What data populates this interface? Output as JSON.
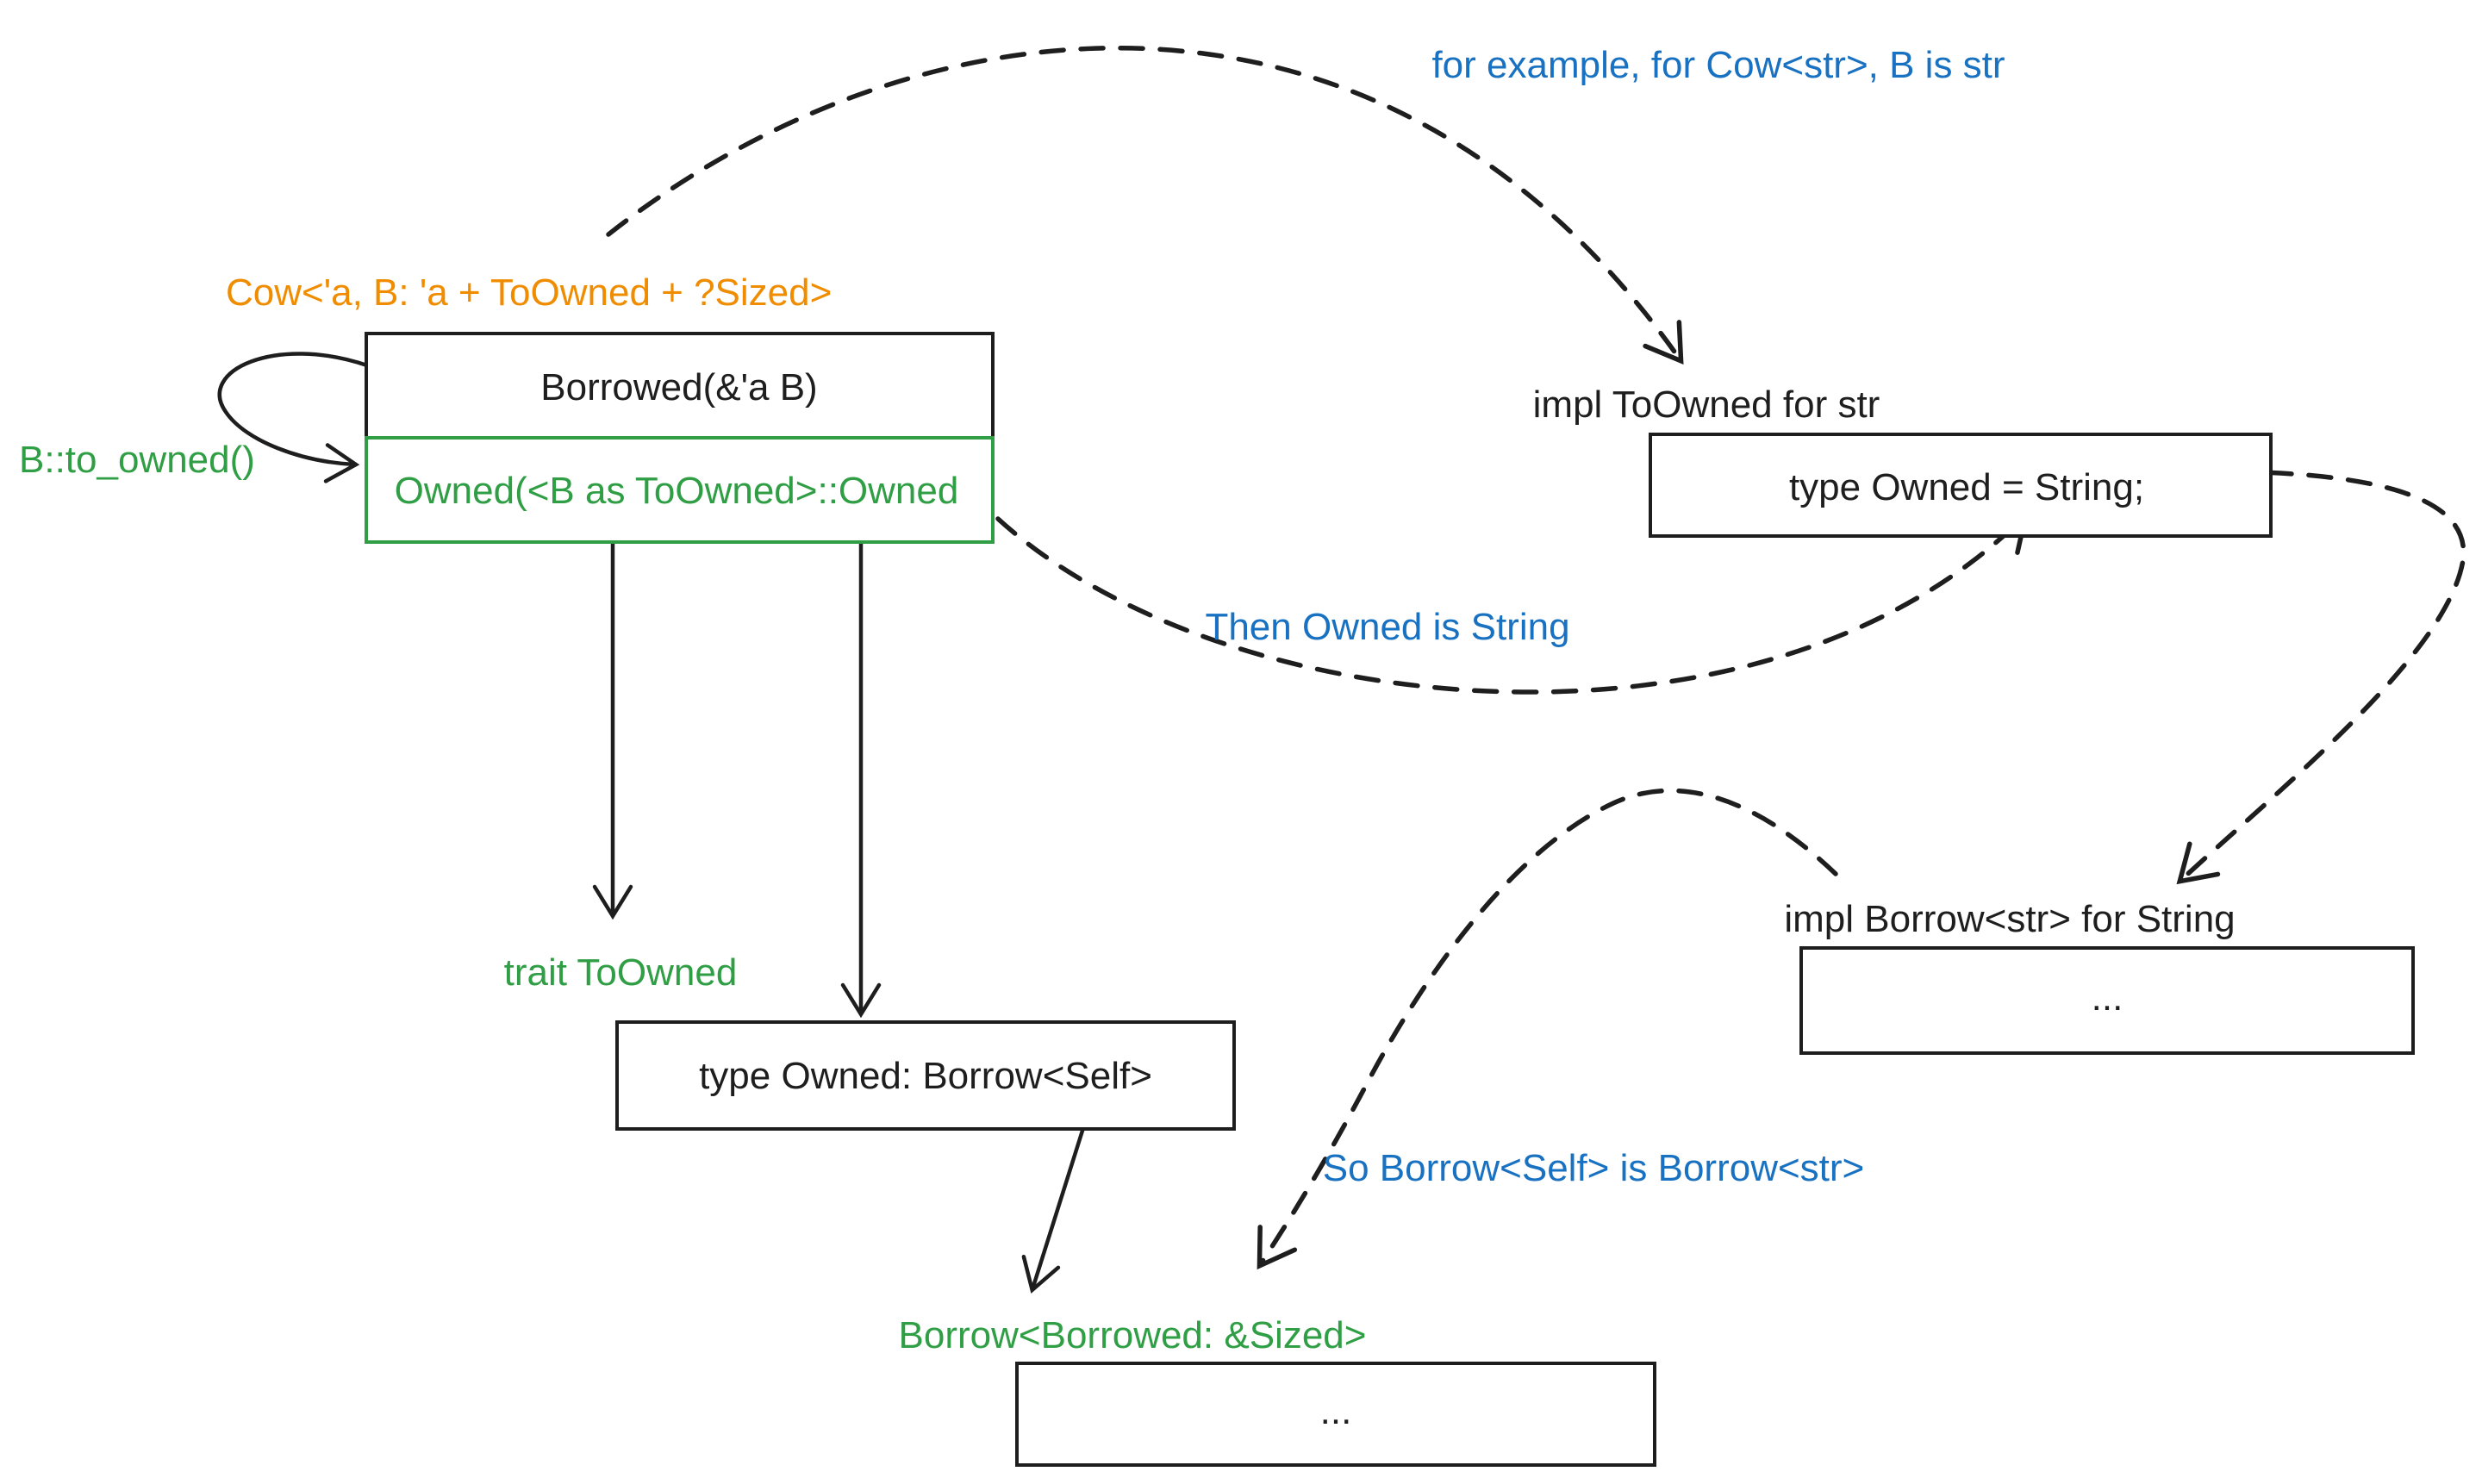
{
  "palette": {
    "black": "#1e1e1e",
    "green": "#2f9e44",
    "blue": "#1971c2",
    "orange": "#f08c00"
  },
  "annotations": {
    "example_note": "for example, for Cow<str>, B is str",
    "then_owned_note": "Then Owned is String",
    "so_borrow_note": "So Borrow<Self> is Borrow<str>"
  },
  "labels": {
    "cow_generic": "Cow<'a, B: 'a + ToOwned + ?Sized>",
    "to_owned_call": "B::to_owned()",
    "trait_toowned": "trait ToOwned",
    "impl_toowned": "impl ToOwned for str",
    "impl_borrow": "impl Borrow<str> for String",
    "borrow_trait": "Borrow<Borrowed: &Sized>"
  },
  "boxes": {
    "cow_enum": {
      "variant_borrowed": "Borrowed(&'a B)",
      "variant_owned": "Owned(<B as ToOwned>::Owned"
    },
    "impl_toowned_body": "type Owned = String;",
    "trait_toowned_body": "type Owned: Borrow<Self>",
    "impl_borrow_body": "...",
    "borrow_trait_body": "..."
  }
}
